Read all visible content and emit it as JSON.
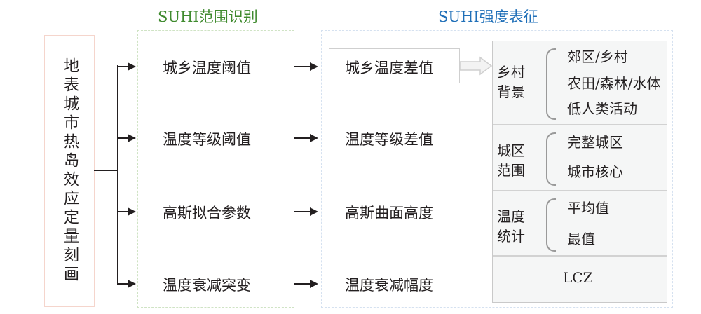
{
  "titles": {
    "range": "SUHI范围识别",
    "intensity": "SUHI强度表征"
  },
  "root": "地表城市热岛效应定量刻画",
  "range_methods": [
    "城乡温度阈值",
    "温度等级阈值",
    "高斯拟合参数",
    "温度衰减突变"
  ],
  "intensity_metrics": [
    "城乡温度差值",
    "温度等级差值",
    "高斯曲面高度",
    "温度衰减幅度"
  ],
  "background": {
    "sections": [
      {
        "label": "乡村背景",
        "items": [
          "郊区/乡村",
          "农田/森林/水体",
          "低人类活动"
        ]
      },
      {
        "label": "城区范围",
        "items": [
          "完整城区",
          "城市核心"
        ]
      },
      {
        "label": "温度统计",
        "items": [
          "平均值",
          "最值"
        ]
      },
      {
        "label": "LCZ",
        "items": []
      }
    ]
  },
  "colors": {
    "green": "#3f8a2e",
    "blue": "#1f6fb8"
  }
}
